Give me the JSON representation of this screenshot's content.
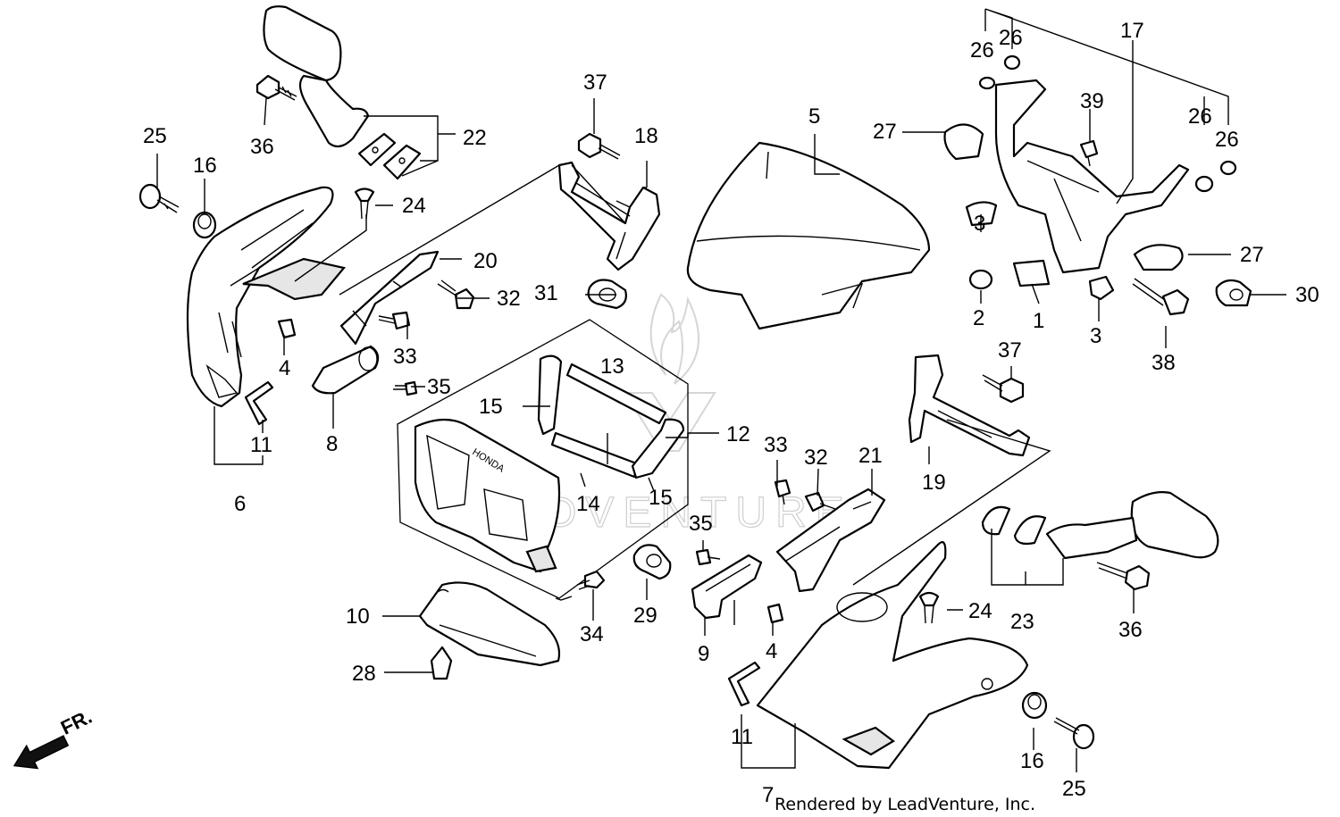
{
  "diagram": {
    "callouts": [
      "1",
      "2",
      "3",
      "3",
      "4",
      "4",
      "5",
      "6",
      "7",
      "8",
      "9",
      "10",
      "11",
      "11",
      "12",
      "13",
      "14",
      "15",
      "15",
      "16",
      "16",
      "17",
      "18",
      "19",
      "20",
      "21",
      "22",
      "23",
      "24",
      "24",
      "25",
      "25",
      "26",
      "26",
      "26",
      "26",
      "27",
      "27",
      "28",
      "29",
      "30",
      "31",
      "32",
      "32",
      "33",
      "33",
      "34",
      "35",
      "35",
      "36",
      "36",
      "37",
      "37",
      "38",
      "39"
    ],
    "direction_label": "FR.",
    "brand_on_part": "HONDA",
    "watermark": "LEADVENTURE",
    "credit": "Rendered by LeadVenture, Inc."
  }
}
